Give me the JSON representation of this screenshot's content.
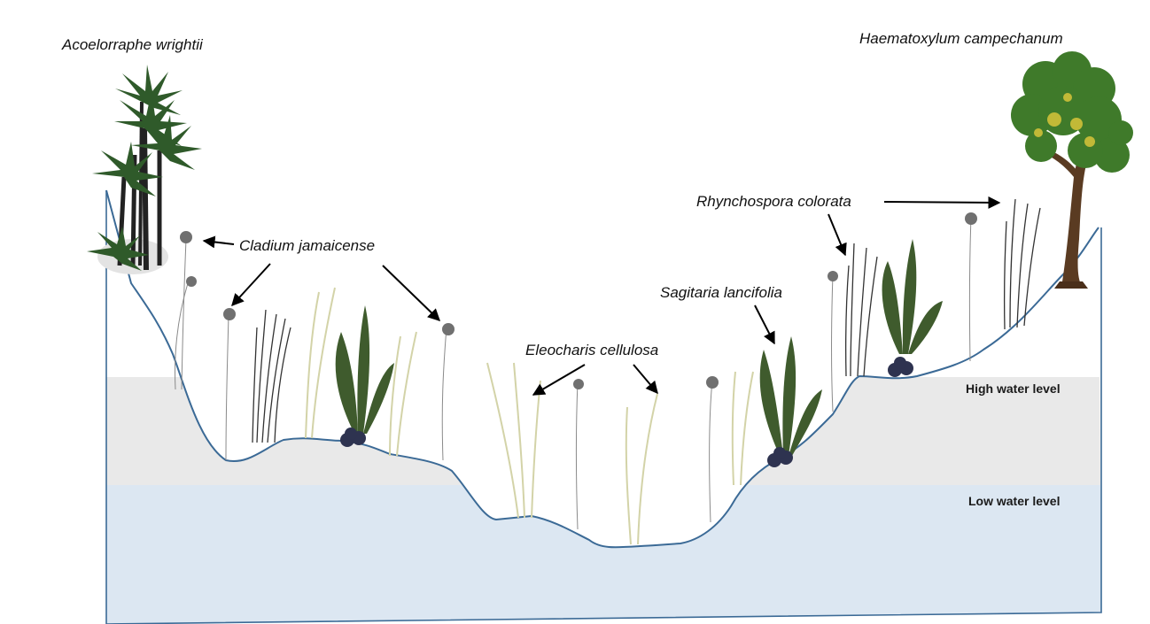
{
  "species_labels": {
    "acoelorraphe": "Acoelorraphe wrightii",
    "haematoxylum": "Haematoxylum campechanum",
    "rhynchospora": "Rhynchospora colorata",
    "cladium": "Cladium jamaicense",
    "sagitaria": "Sagitaria lancifolia",
    "eleocharis": "Eleocharis cellulosa"
  },
  "water_levels": {
    "high": "High water level",
    "low": "Low water level"
  },
  "colors": {
    "high_water_band": "#e9e9e9",
    "low_water_band": "#dce7f2",
    "profile_line": "#3b6a96",
    "tree_foliage": "#3f7a2a",
    "tree_blossom": "#d8c53a",
    "palm": "#2f5a2a",
    "sedge_dark": "#333333",
    "sedge_light": "#d9d9b8",
    "sagitaria_leaf": "#3f5b2d",
    "tuber": "#2e3350"
  }
}
